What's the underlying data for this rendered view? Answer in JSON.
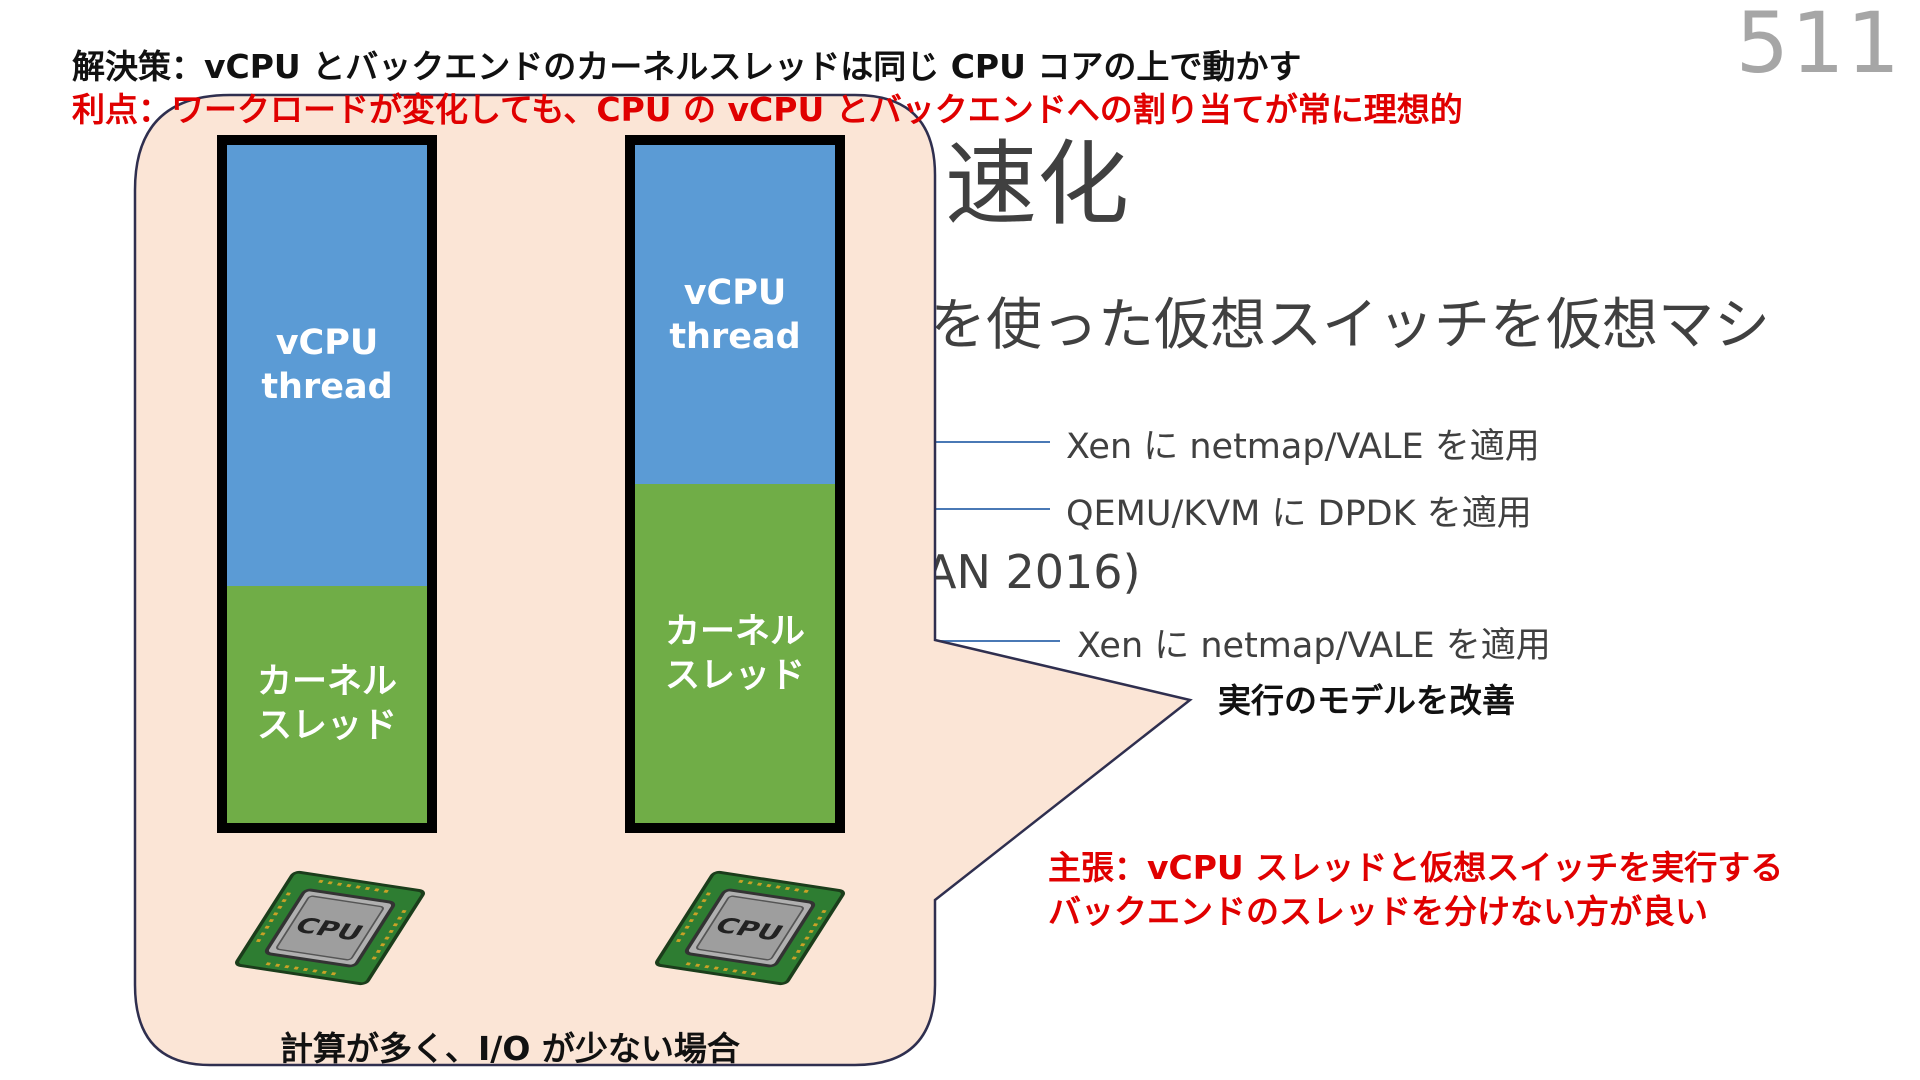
{
  "slide_number": "511",
  "headline": {
    "solution": "解決策：vCPU とバックエンドのカーネルスレッドは同じ CPU コアの上で動かす",
    "benefit": "利点：ワークロードが変化しても、CPU の vCPU とバックエンドへの割り当てが常に理想的"
  },
  "background": {
    "title_fragment": "速化",
    "subtitle_fragment": "を使った仮想スイッチを仮想マシ",
    "year_fragment": "AN 2016)",
    "labels": [
      "Xen に netmap/VALE を適用",
      "QEMU/KVM に DPDK を適用",
      "Xen に netmap/VALE を適用"
    ],
    "improvement": "実行のモデルを改善"
  },
  "callout": {
    "fill": "#fbe5d6",
    "bars": [
      {
        "top_label": [
          "vCPU",
          "thread"
        ],
        "bottom_label": [
          "カーネル",
          "スレッド"
        ],
        "vcpu_share": 0.65
      },
      {
        "top_label": [
          "vCPU",
          "thread"
        ],
        "bottom_label": [
          "カーネル",
          "スレッド"
        ],
        "vcpu_share": 0.5
      }
    ],
    "cpu_chip_text": "CPU",
    "caption": "計算が多く、I/O が少ない場合"
  },
  "claim": {
    "line1": "主張：vCPU スレッドと仮想スイッチを実行する",
    "line2": "バックエンドのスレッドを分けない方が良い"
  },
  "colors": {
    "vcpu": "#5b9bd5",
    "kernel": "#70ad47",
    "accent_red": "#e00000"
  }
}
